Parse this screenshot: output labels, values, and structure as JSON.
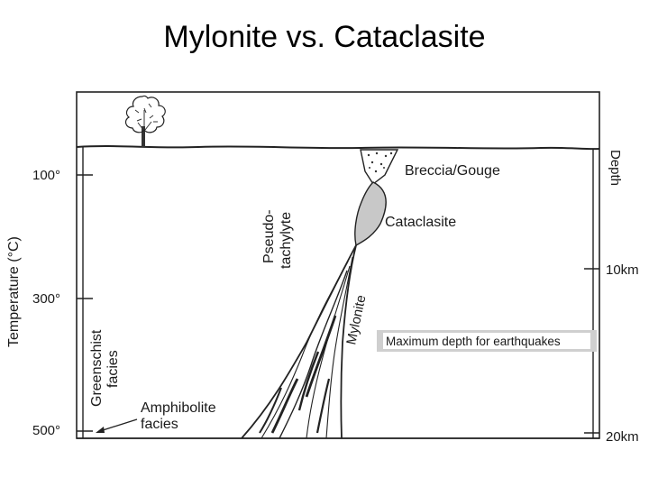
{
  "title": "Mylonite vs. Cataclasite",
  "axes": {
    "left_label": "Temperature (°C)",
    "left_ticks": [
      "100°",
      "300°",
      "500°"
    ],
    "right_label": "Depth",
    "right_ticks": [
      "10km",
      "20km"
    ]
  },
  "labels": {
    "breccia": "Breccia/Gouge",
    "cataclasite": "Cataclasite",
    "pseudo_line1": "Pseudo-",
    "pseudo_line2": "tachylyte",
    "mylonite": "Mylonite",
    "max_depth": "Maximum depth for earthquakes",
    "greenschist_line1": "Greenschist",
    "greenschist_line2": "facies",
    "amphibolite_line1": "Amphibolite",
    "amphibolite_line2": "facies"
  },
  "icons": {
    "tree": "tree-icon"
  }
}
